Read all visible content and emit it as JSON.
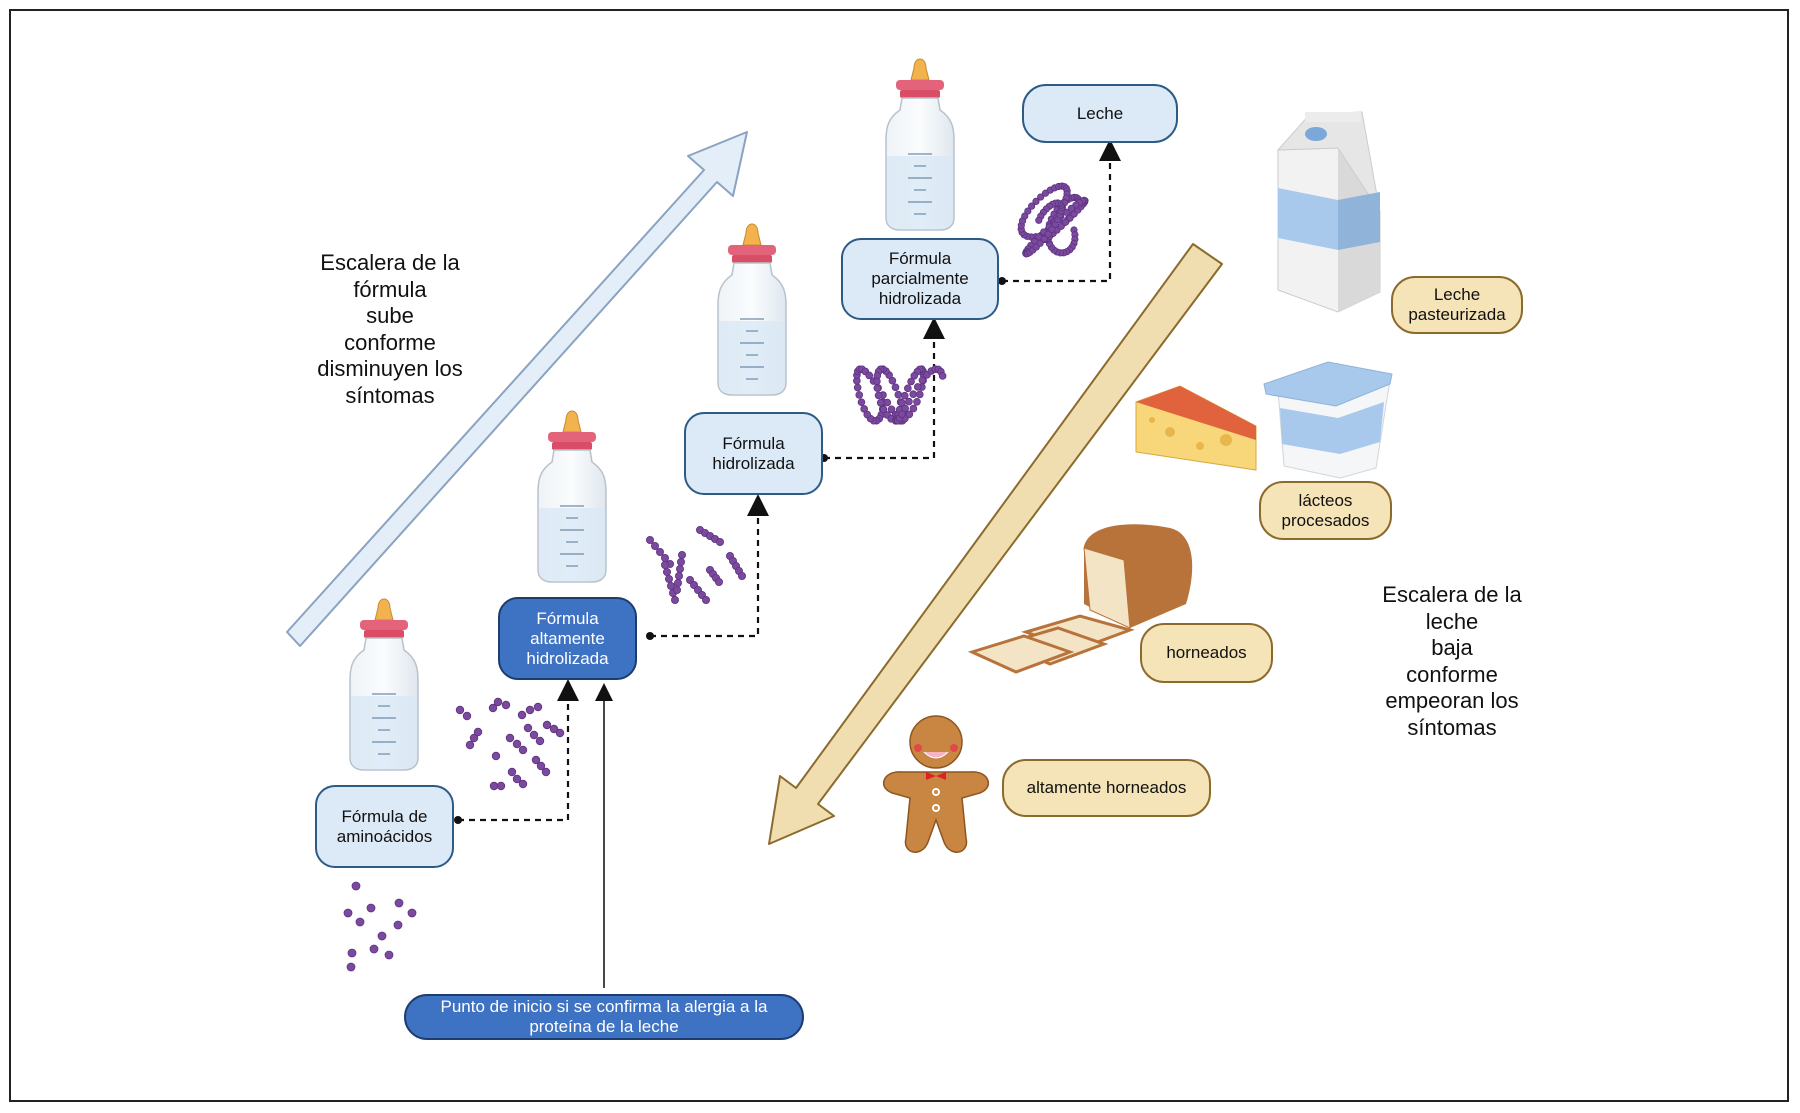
{
  "left_caption": [
    "Escalera de la",
    "fórmula",
    "sube",
    "conforme",
    "disminuyen los",
    "síntomas"
  ],
  "right_caption": [
    "Escalera de la",
    "leche",
    "baja",
    "conforme",
    "empeoran los",
    "síntomas"
  ],
  "formula_ladder": [
    {
      "label": [
        "Fórmula de",
        "aminoácidos"
      ],
      "protein": "free-amino-acids"
    },
    {
      "label": [
        "Fórmula",
        "altamente",
        "hidrolizada"
      ],
      "protein": "short-peptides",
      "highlighted": true
    },
    {
      "label": [
        "Fórmula",
        "hidrolizada"
      ],
      "protein": "peptide-chains"
    },
    {
      "label": [
        "Fórmula",
        "parcialmente",
        "hidrolizada"
      ],
      "protein": "partially-folded-protein"
    },
    {
      "label": [
        "Leche"
      ],
      "protein": "intact-protein"
    }
  ],
  "milk_ladder": [
    {
      "label": [
        "Leche",
        "pasteurizada"
      ],
      "icon": "milk-carton-icon"
    },
    {
      "label": [
        "lácteos",
        "procesados"
      ],
      "icon": "cheese-yogurt-icon"
    },
    {
      "label": [
        "horneados"
      ],
      "icon": "bread-icon"
    },
    {
      "label": [
        "altamente horneados"
      ],
      "icon": "gingerbread-icon"
    }
  ],
  "start_point": {
    "label": [
      "Punto de inicio si se confirma la alergia a la",
      "proteína de la leche"
    ]
  },
  "colors": {
    "formula_box_fill": "#dce9f7",
    "formula_box_border": "#2d5b86",
    "highlight_fill": "#3e72c2",
    "milk_box_fill": "#f6e4b9",
    "milk_box_border": "#8c6a2c",
    "protein": "#7b4a9e",
    "up_arrow_fill": "#e3eef9",
    "down_arrow_fill": "#f0ddb0"
  }
}
